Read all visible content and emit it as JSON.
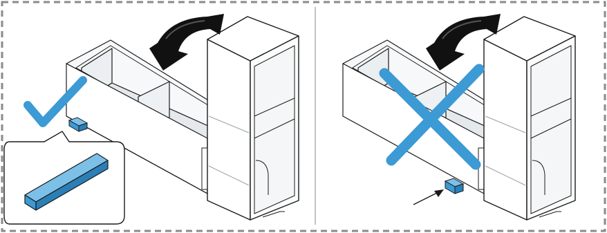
{
  "diagram": {
    "panels": [
      {
        "id": "correct",
        "verdict_icon": "checkmark-icon",
        "callout": "spacer-block-zoom",
        "rotation_arrow": "rotate-arrow-icon"
      },
      {
        "id": "incorrect",
        "verdict_icon": "cross-icon",
        "pointer": "pointer-arrow-icon",
        "rotation_arrow": "rotate-arrow-icon"
      }
    ],
    "colors": {
      "accent_blue": "#3c9ad4",
      "accent_blue_dark": "#1f6e9e",
      "line": "#1a1a1a",
      "dash_border": "#8a8a8a",
      "divider": "#9a9a9a",
      "glass": "#f4f6f7",
      "inner_face": "#e9ecee"
    }
  }
}
